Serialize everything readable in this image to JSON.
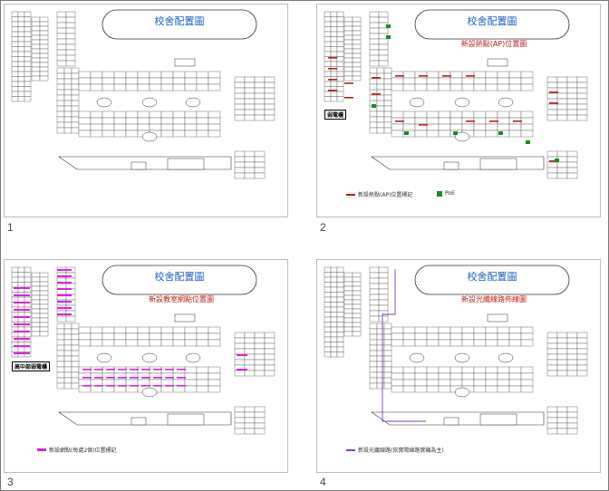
{
  "slides": [
    {
      "number": "1",
      "title": "校舍配置圖",
      "subtitle": ""
    },
    {
      "number": "2",
      "title": "校舍配置圖",
      "subtitle": "新設熱點(AP)位置圖",
      "legend": [
        {
          "label": "新設熱點(AP)位置標記",
          "color": "#c21a1a",
          "kind": "line"
        },
        {
          "label": "PoE",
          "color": "#1f8a1f",
          "kind": "square"
        }
      ],
      "callout": "弱電櫃"
    },
    {
      "number": "3",
      "title": "校舍配置圖",
      "subtitle": "新設教室網點位置圖",
      "legend": [
        {
          "label": "新設網點(每處2個)位置標記",
          "color": "#e11ee1",
          "kind": "line"
        }
      ],
      "callout": "高中部弱電櫃"
    },
    {
      "number": "4",
      "title": "校舍配置圖",
      "subtitle": "新設光纖線路佈線圖",
      "legend": [
        {
          "label": "新設光纖線路(依實際線路實顯為主)",
          "color": "#7a3fb5",
          "kind": "line"
        }
      ]
    }
  ],
  "colors": {
    "ap": "#c21a1a",
    "poe": "#1f8a1f",
    "lan": "#e11ee1",
    "fiber": "#7a3fb5",
    "title": "#1b5ec4"
  }
}
